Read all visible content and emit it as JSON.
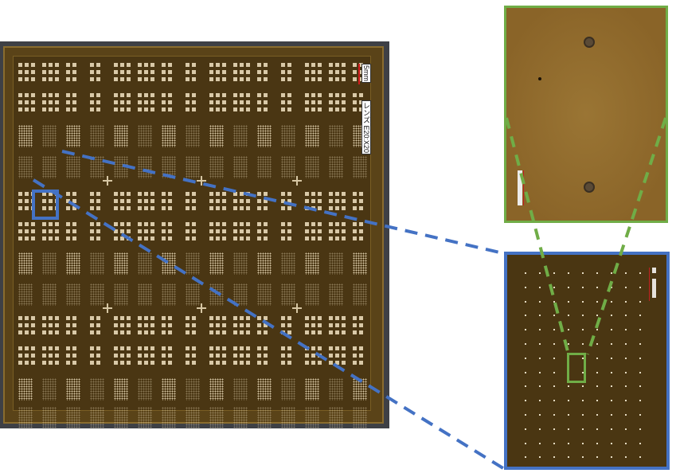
{
  "figure": {
    "description": "Stencil/mask plate overview with two magnified inset panels",
    "main_image": {
      "scale_label": "5mm",
      "lens_label": "レンズ E20:X20",
      "scale_bar_color": "#d21c1c",
      "background_color": "#5a4318"
    },
    "selection_box": {
      "color": "#4472c4",
      "style": "solid"
    },
    "connector_blue": {
      "color": "#4472c4",
      "style": "dashed"
    },
    "inset_blue": {
      "border_color": "#4472c4",
      "description": "Magnified grid of dot apertures",
      "grid_columns": 9,
      "grid_rows": 14
    },
    "inset_green": {
      "border_color": "#70ad47",
      "description": "High magnification view showing two apertures"
    },
    "connector_green": {
      "color": "#70ad47",
      "style": "dashed"
    }
  }
}
